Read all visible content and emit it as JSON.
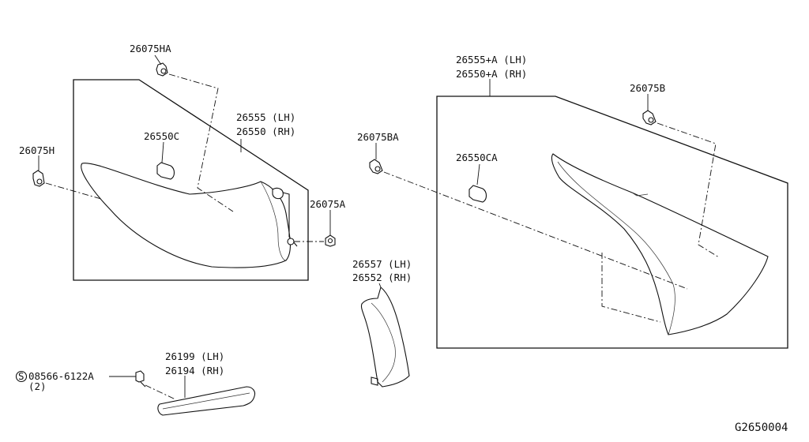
{
  "labels": {
    "p26075HA": "26075HA",
    "p26075H": "26075H",
    "p26550C": "26550C",
    "p26555_lh": "26555 (LH)",
    "p26550_rh": "26550 (RH)",
    "p26075A": "26075A",
    "p26075BA": "26075BA",
    "p26555A_lh": "26555+A (LH)",
    "p26550A_rh": "26550+A (RH)",
    "p26075B": "26075B",
    "p26550CA": "26550CA",
    "p26557_lh": "26557 (LH)",
    "p26552_rh": "26552 (RH)",
    "p26199_lh": "26199 (LH)",
    "p26194_rh": "26194 (RH)",
    "bolt_symbol": "S",
    "bolt_code": "08566-6122A",
    "bolt_qty": "(2)",
    "figure_id": "G2650004"
  }
}
